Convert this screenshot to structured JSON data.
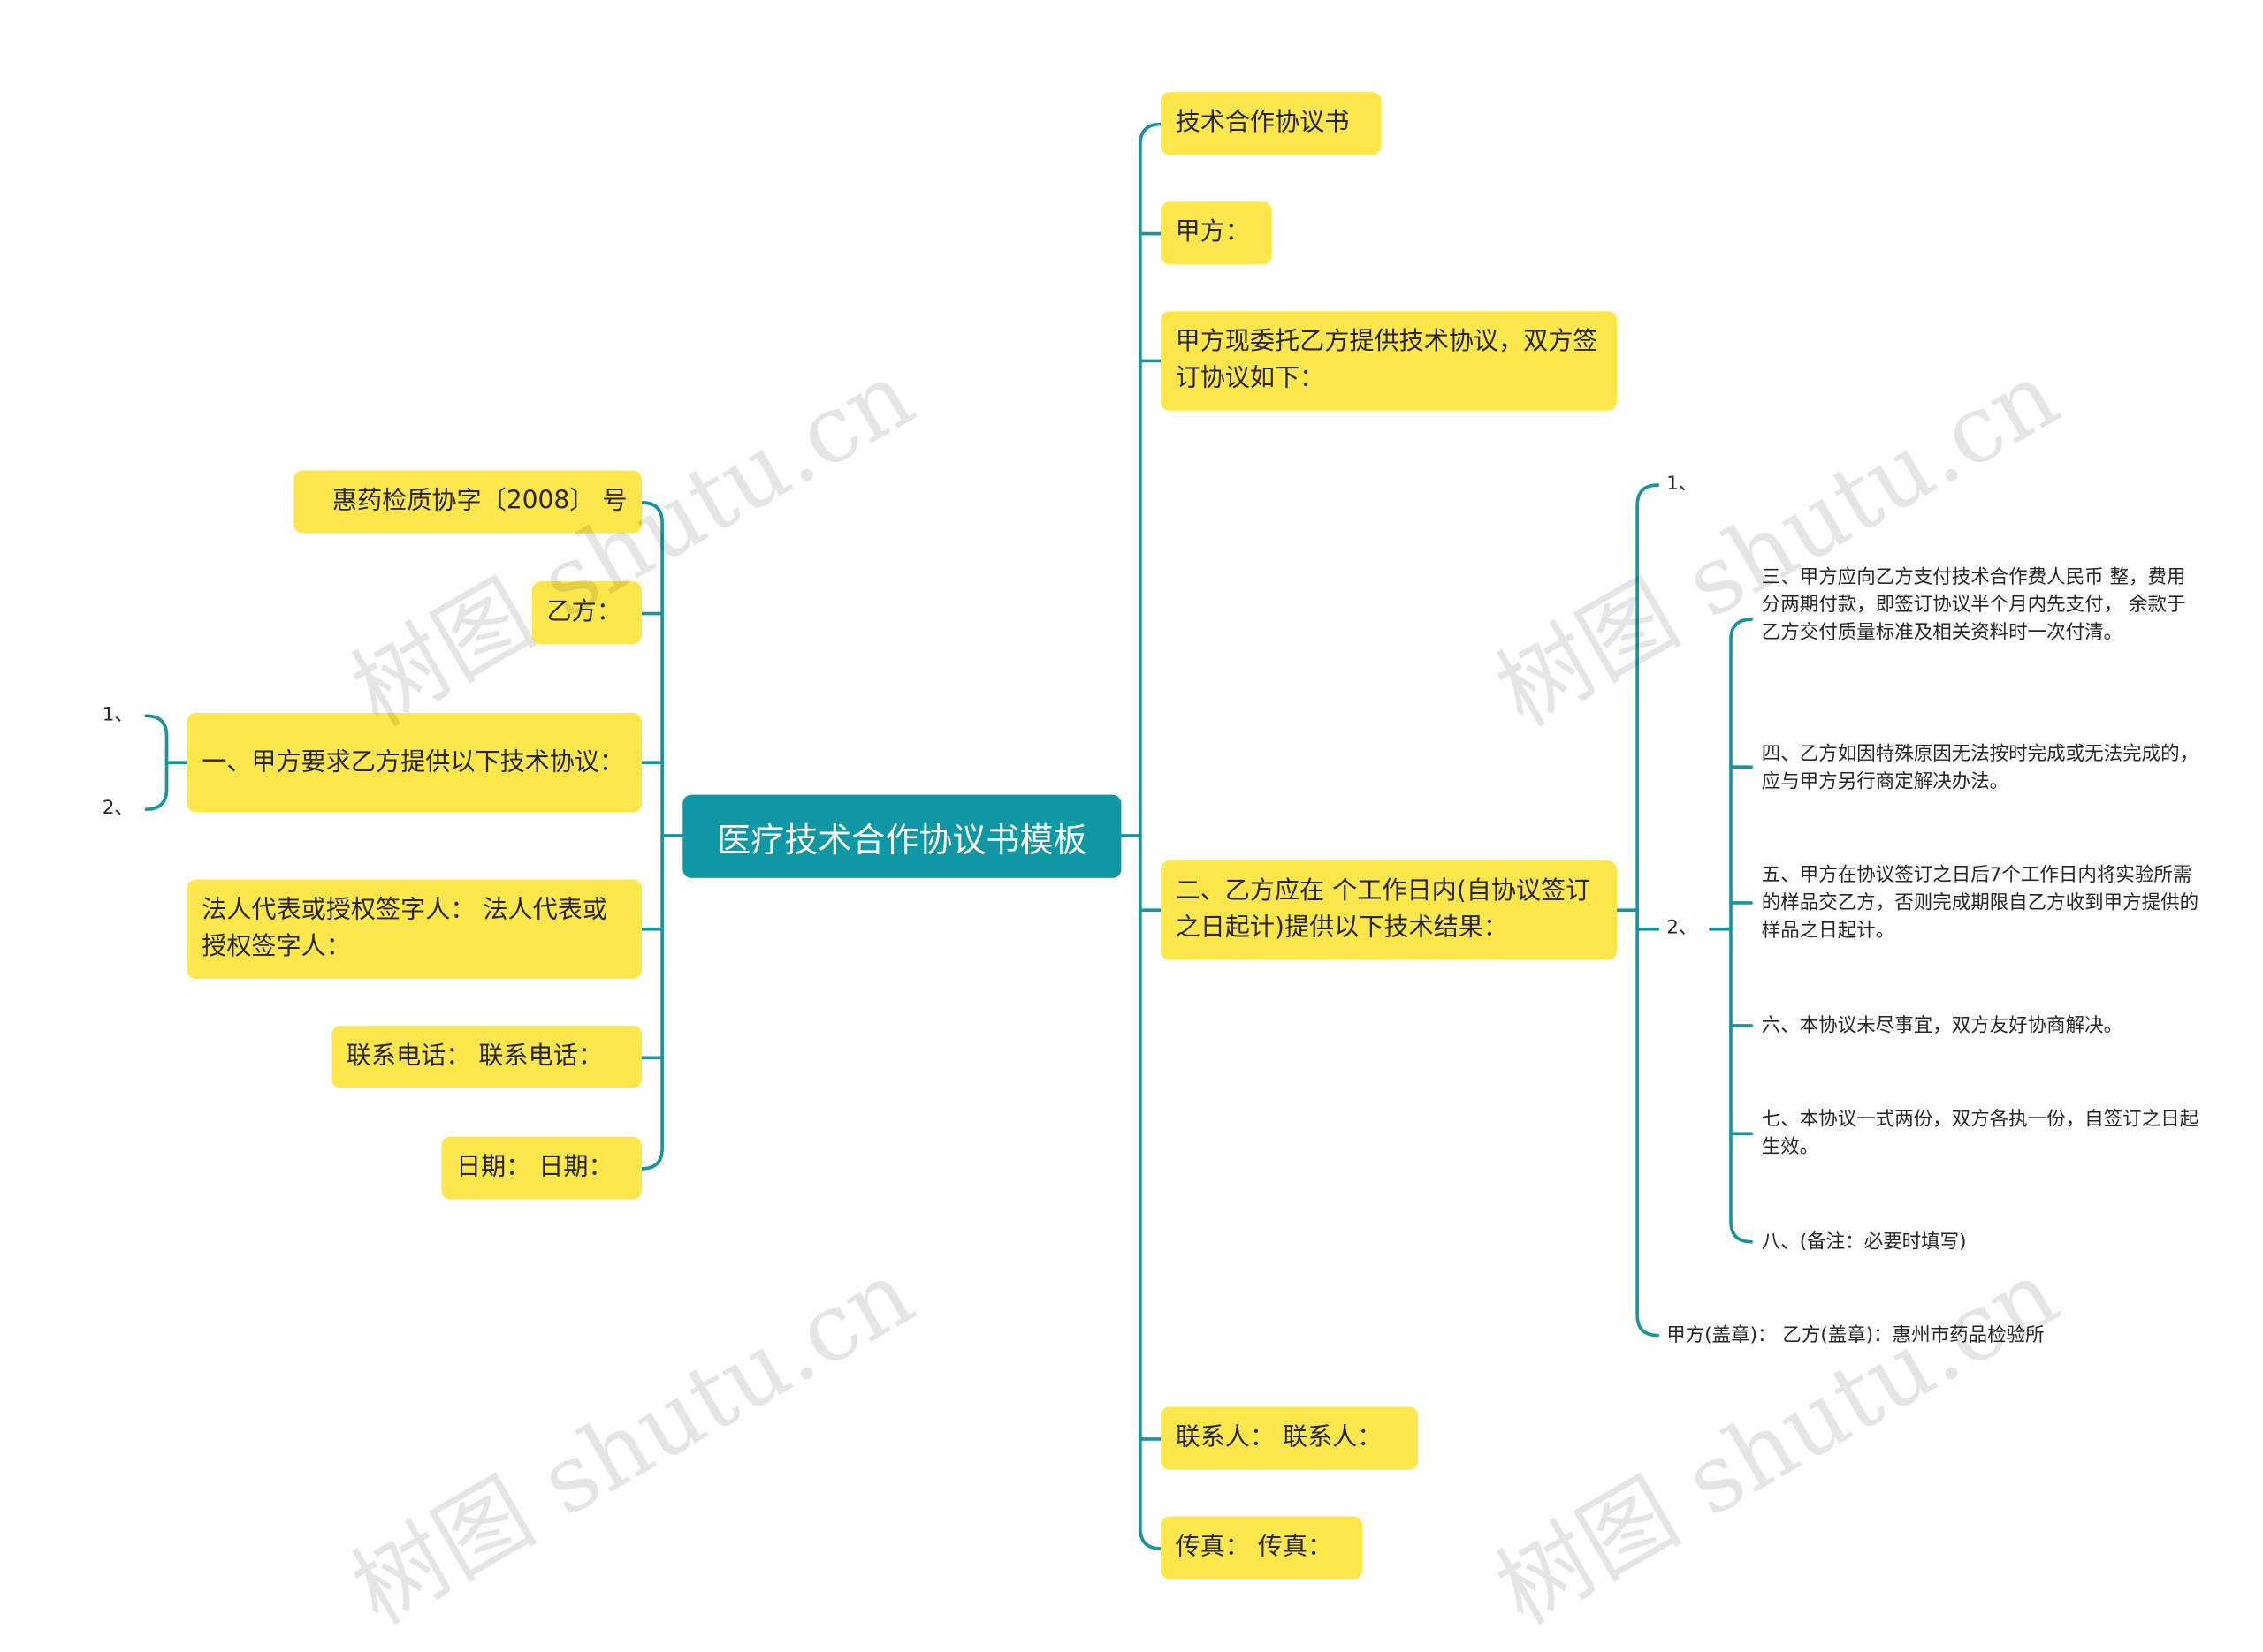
{
  "colors": {
    "root_fill": "#0f97a6",
    "node_fill": "#fde74c",
    "connector": "#1a93a0",
    "watermark": "rgba(0,0,0,0.10)"
  },
  "root": {
    "label": "医疗技术合作协议书模板"
  },
  "left_branches": [
    {
      "label": "惠药检质协字〔2008〕 号"
    },
    {
      "label": "乙方："
    },
    {
      "label": "一、甲方要求乙方提供以下技术协议：",
      "children": [
        "1、",
        "2、"
      ]
    },
    {
      "label": "法人代表或授权签字人： 法人代表或授权签字人："
    },
    {
      "label": "联系电话： 联系电话："
    },
    {
      "label": "日期： 日期："
    }
  ],
  "right_branches": [
    {
      "label": "技术合作协议书"
    },
    {
      "label": "甲方："
    },
    {
      "label": "甲方现委托乙方提供技术协议，双方签订协议如下："
    },
    {
      "label": "二、乙方应在 个工作日内(自协议签订之日起计)提供以下技术结果：",
      "children": [
        {
          "label": "1、"
        },
        {
          "label": "2、",
          "children": [
            "三、甲方应向乙方支付技术合作费人民币 整，费用分两期付款，即签订协议半个月内先支付， 余款于乙方交付质量标准及相关资料时一次付清。",
            "四、乙方如因特殊原因无法按时完成或无法完成的，应与甲方另行商定解决办法。",
            "五、甲方在协议签订之日后7个工作日内将实验所需的样品交乙方，否则完成期限自乙方收到甲方提供的样品之日起计。",
            "六、本协议未尽事宜，双方友好协商解决。",
            "七、本协议一式两份，双方各执一份，自签订之日起生效。",
            "八、(备注：必要时填写)"
          ]
        },
        {
          "label": "甲方(盖章)： 乙方(盖章)：惠州市药品检验所"
        }
      ]
    },
    {
      "label": "联系人： 联系人："
    },
    {
      "label": "传真： 传真："
    }
  ],
  "watermark": "树图 shutu.cn"
}
